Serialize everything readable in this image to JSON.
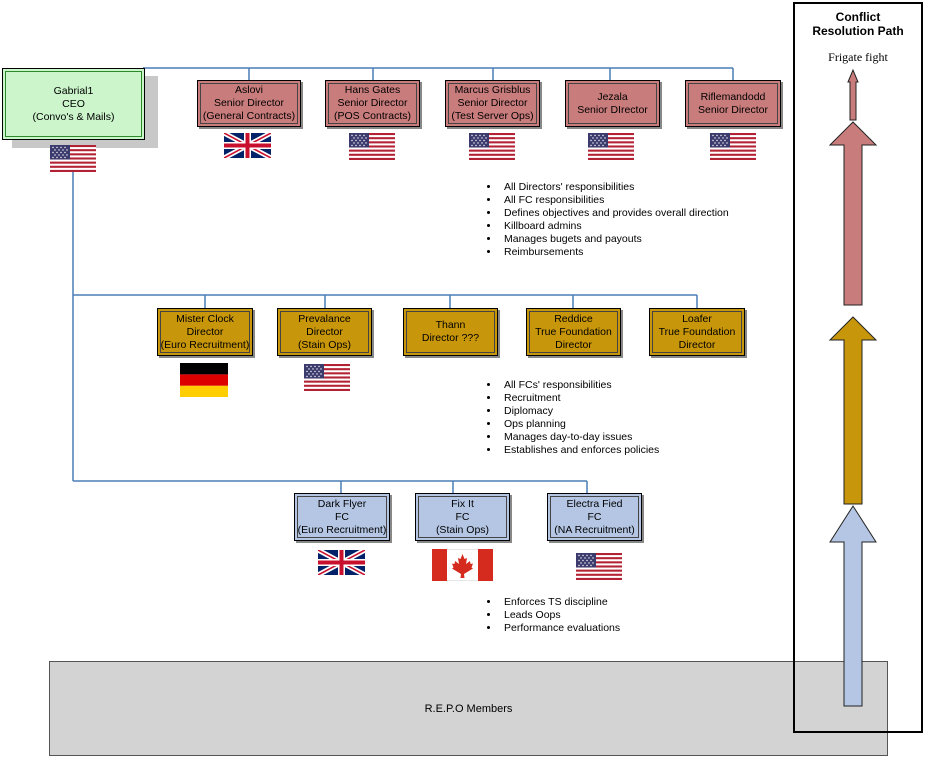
{
  "ceo": {
    "name": "Gabrial1",
    "role": "CEO",
    "detail": "(Convo's & Mails)"
  },
  "senior_directors": [
    {
      "name": "Aslovi",
      "role": "Senior Director",
      "detail": "(General Contracts)",
      "flag": "uk-flag"
    },
    {
      "name": "Hans Gates",
      "role": "Senior Director",
      "detail": "(POS Contracts)",
      "flag": "us-flag"
    },
    {
      "name": "Marcus Grisblus",
      "role": "Senior Director",
      "detail": "(Test Server Ops)",
      "flag": "us-flag"
    },
    {
      "name": "Jezala",
      "role": "Senior DIrector",
      "detail": "",
      "flag": "us-flag"
    },
    {
      "name": "Riflemandodd",
      "role": "Senior Director",
      "detail": "",
      "flag": "us-flag"
    }
  ],
  "senior_responsibilities": [
    "All Directors' responsibilities",
    "All FC responsibilities",
    "Defines objectives and provides overall direction",
    "Killboard admins",
    "Manages bugets and payouts",
    "Reimbursements"
  ],
  "directors": [
    {
      "name": "Mister Clock",
      "role": "Director",
      "detail": "(Euro Recruitment)",
      "flag": "german-flag"
    },
    {
      "name": "Prevalance",
      "role": "Director",
      "detail": "(Stain Ops)",
      "flag": "us-flag"
    },
    {
      "name": "Thann",
      "role": "Director ???",
      "detail": ""
    },
    {
      "name": "Reddice",
      "role": "True Foundation",
      "detail": "Director"
    },
    {
      "name": "Loafer",
      "role": "True Foundation",
      "detail": "Director"
    }
  ],
  "director_responsibilities": [
    "All FCs' responsibilities",
    "Recruitment",
    "Diplomacy",
    "Ops planning",
    "Manages day-to-day issues",
    "Establishes and enforces policies"
  ],
  "fcs": [
    {
      "name": "Dark Flyer",
      "role": "FC",
      "detail": "(Euro Recruitment)",
      "flag": "uk-flag"
    },
    {
      "name": "Fix It",
      "role": "FC",
      "detail": "(Stain Ops)",
      "flag": "canada-flag"
    },
    {
      "name": "Electra Fied",
      "role": "FC",
      "detail": "(NA Recruitment)",
      "flag": "us-flag"
    }
  ],
  "fc_responsibilities": [
    "Enforces TS discipline",
    "Leads Oops",
    "Performance evaluations"
  ],
  "members": "R.E.P.O Members",
  "conflict": {
    "title_line1": "Conflict",
    "title_line2": "Resolution Path",
    "top_label": "Frigate fight",
    "colors": {
      "fc": "#b4c6e4",
      "director": "#c8960a",
      "senior": "#c97c7c"
    }
  }
}
